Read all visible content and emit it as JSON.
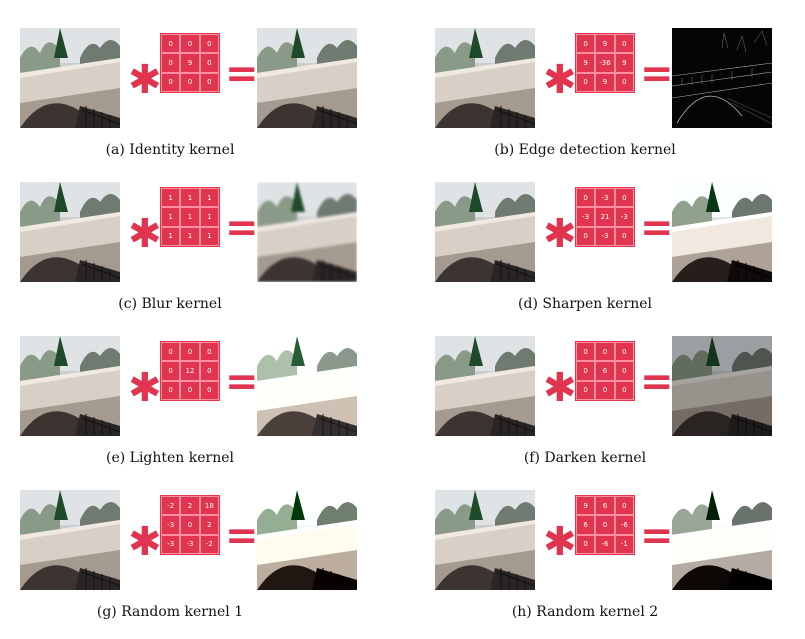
{
  "panels": [
    {
      "caption": "(a) Identity kernel",
      "kernel": [
        "0",
        "0",
        "0",
        "0",
        "9",
        "0",
        "0",
        "0",
        "0"
      ],
      "output": "normal"
    },
    {
      "caption": "(b) Edge detection kernel",
      "kernel": [
        "0",
        "9",
        "0",
        "9",
        "-36",
        "9",
        "0",
        "9",
        "0"
      ],
      "output": "edges"
    },
    {
      "caption": "(c) Blur kernel",
      "kernel": [
        "1",
        "1",
        "1",
        "1",
        "1",
        "1",
        "1",
        "1",
        "1"
      ],
      "output": "blur"
    },
    {
      "caption": "(d) Sharpen kernel",
      "kernel": [
        "0",
        "-3",
        "0",
        "-3",
        "21",
        "-3",
        "0",
        "-3",
        "0"
      ],
      "output": "sharpen"
    },
    {
      "caption": "(e) Lighten kernel",
      "kernel": [
        "0",
        "0",
        "0",
        "0",
        "12",
        "0",
        "0",
        "0",
        "0"
      ],
      "output": "lighten"
    },
    {
      "caption": "(f) Darken kernel",
      "kernel": [
        "0",
        "0",
        "0",
        "0",
        "6",
        "0",
        "0",
        "0",
        "0"
      ],
      "output": "darken"
    },
    {
      "caption": "(g) Random kernel 1",
      "kernel": [
        "-2",
        "2",
        "18",
        "-3",
        "0",
        "2",
        "-3",
        "-3",
        "-2"
      ],
      "output": "random1"
    },
    {
      "caption": "(h) Random kernel 2",
      "kernel": [
        "9",
        "6",
        "0",
        "6",
        "0",
        "-6",
        "0",
        "-6",
        "-1"
      ],
      "output": "random2"
    }
  ],
  "operators": {
    "convolve": "✱",
    "equals": "="
  },
  "colors": {
    "accent": "#e0344f"
  }
}
